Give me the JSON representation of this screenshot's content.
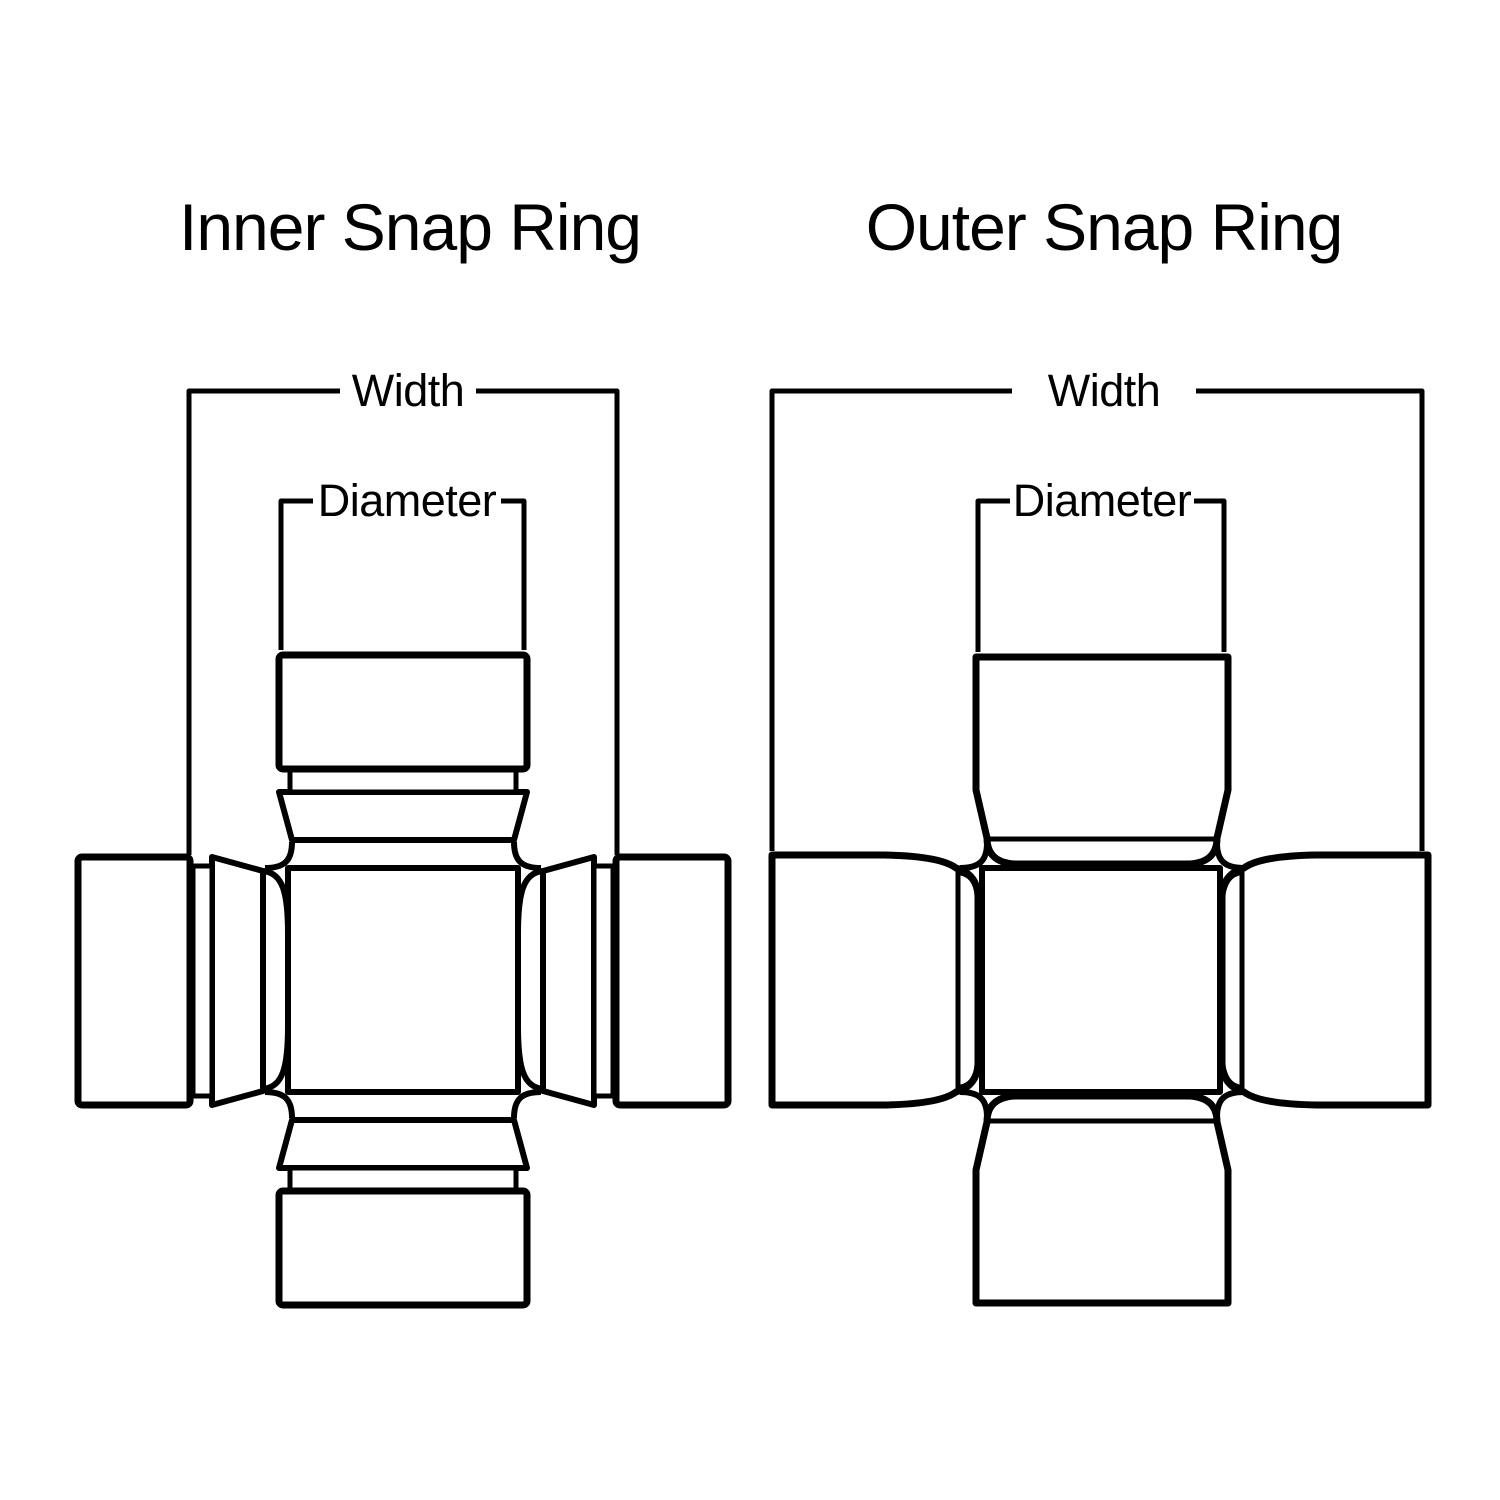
{
  "canvas": {
    "background": "#ffffff",
    "line_color": "#000000"
  },
  "figures": [
    {
      "title": "Inner Snap Ring",
      "width_label": "Width",
      "diameter_label": "Diameter"
    },
    {
      "title": "Outer Snap Ring",
      "width_label": "Width",
      "diameter_label": "Diameter"
    }
  ]
}
